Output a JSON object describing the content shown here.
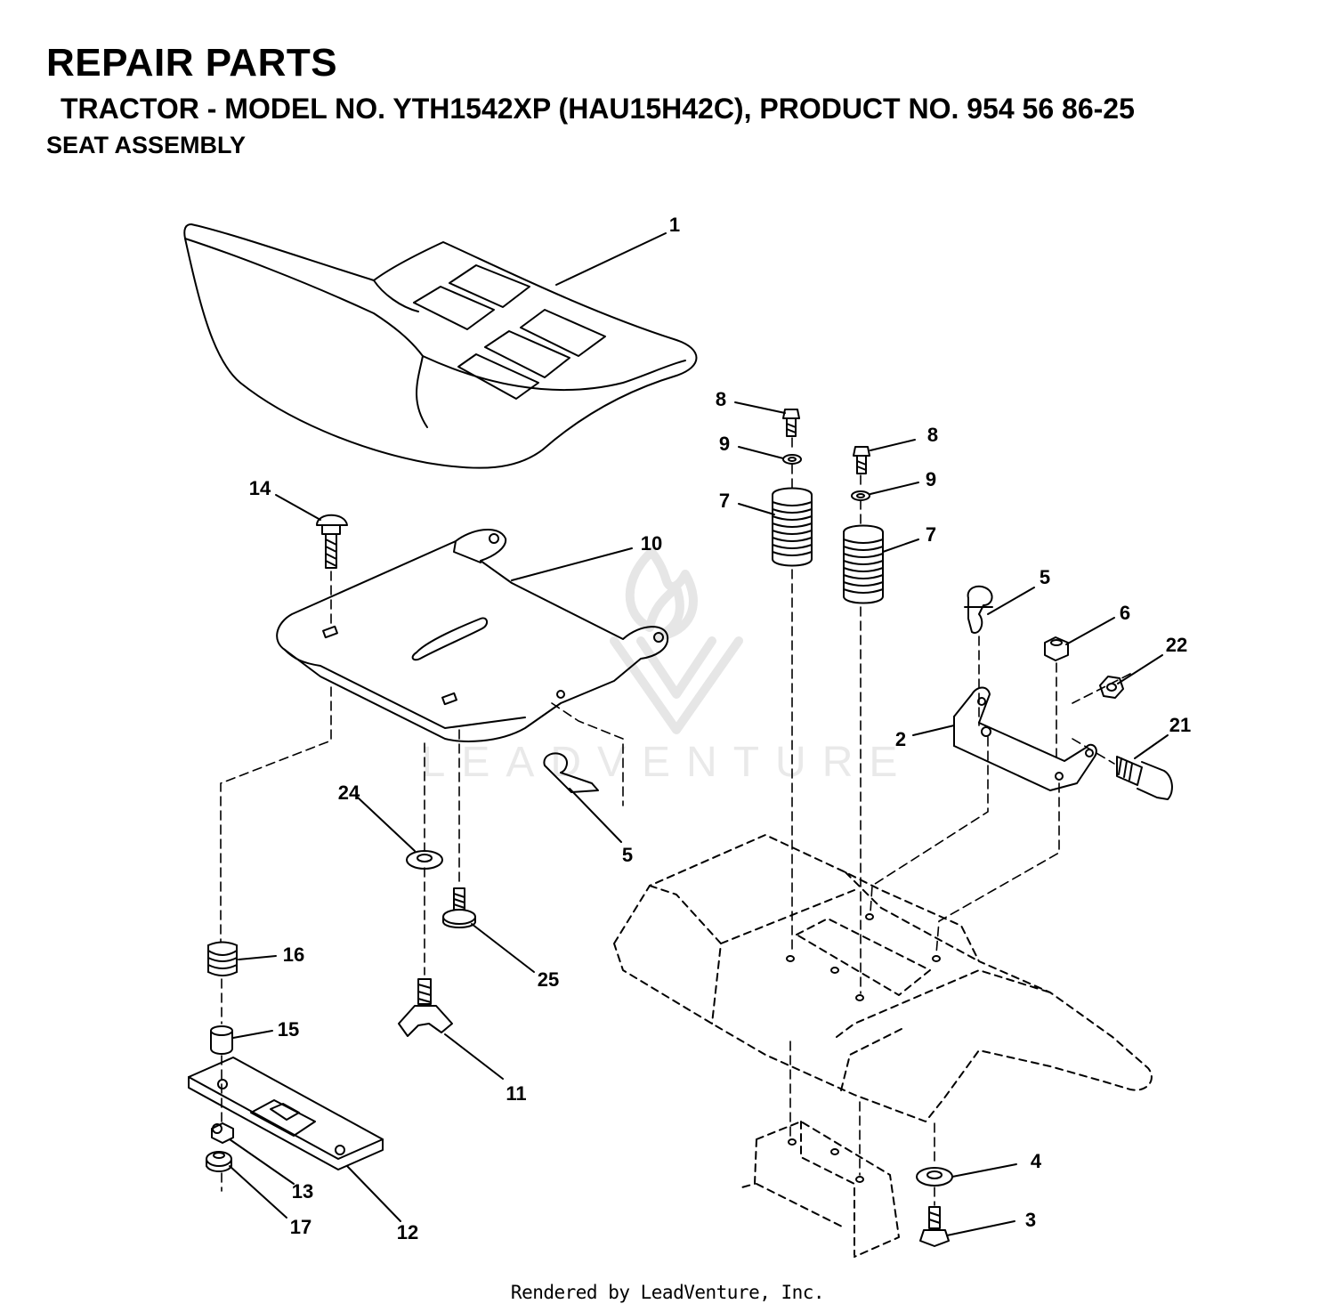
{
  "header": {
    "title": "REPAIR PARTS",
    "model_line": "TRACTOR - MODEL NO. YTH1542XP (HAU15H42C), PRODUCT NO. 954 56 86-25",
    "section": "SEAT  ASSEMBLY"
  },
  "callouts": [
    "1",
    "8",
    "9",
    "8",
    "9",
    "7",
    "7",
    "14",
    "10",
    "5",
    "6",
    "22",
    "2",
    "21",
    "24",
    "5",
    "16",
    "25",
    "15",
    "11",
    "13",
    "17",
    "12",
    "4",
    "3"
  ],
  "watermark": "LEADVENTURE",
  "footer": "Rendered by LeadVenture, Inc."
}
